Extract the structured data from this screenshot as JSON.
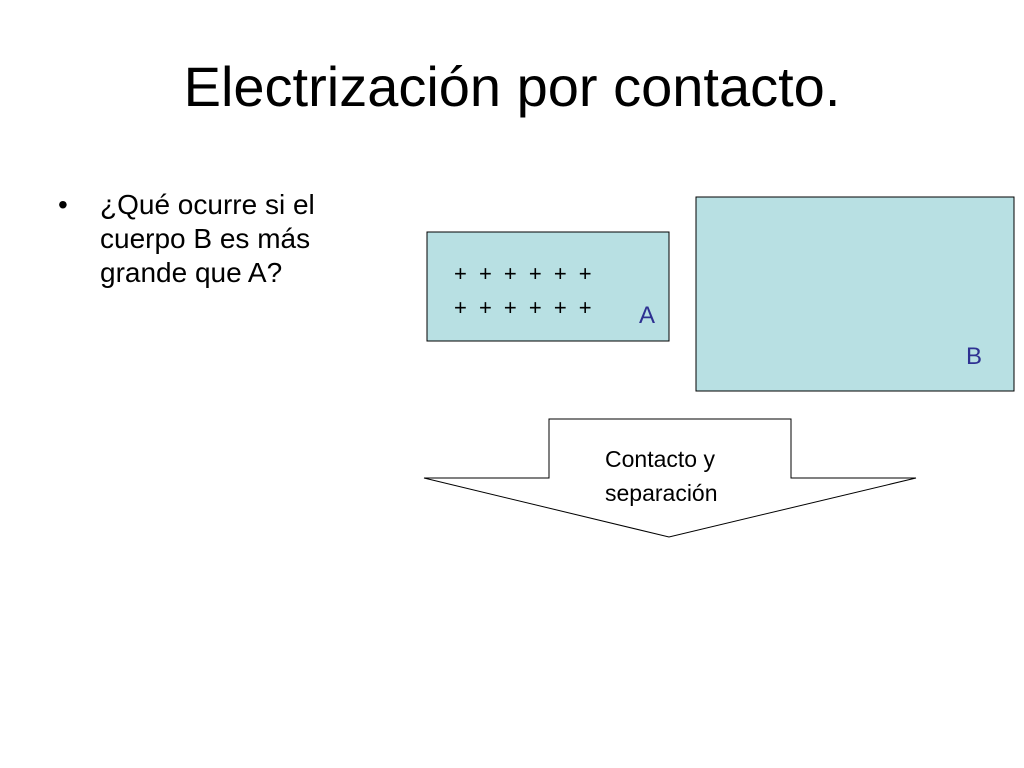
{
  "slide": {
    "title": "Electrización por contacto.",
    "bullets": [
      {
        "symbol": "•",
        "text_lines": [
          "¿Qué ocurre si el",
          "cuerpo B es más",
          "grande que A?"
        ]
      }
    ]
  },
  "diagram": {
    "body_a": {
      "label": "A",
      "charge_rows": [
        "+ + + + + +",
        "+ + + + + +"
      ]
    },
    "body_b": {
      "label": "B"
    },
    "arrow": {
      "text_lines": [
        "Contacto y",
        "separación"
      ]
    }
  },
  "colors": {
    "body_fill": "#b8e0e3",
    "label_color": "#2e3192",
    "outline": "#000000",
    "text": "#000000"
  }
}
